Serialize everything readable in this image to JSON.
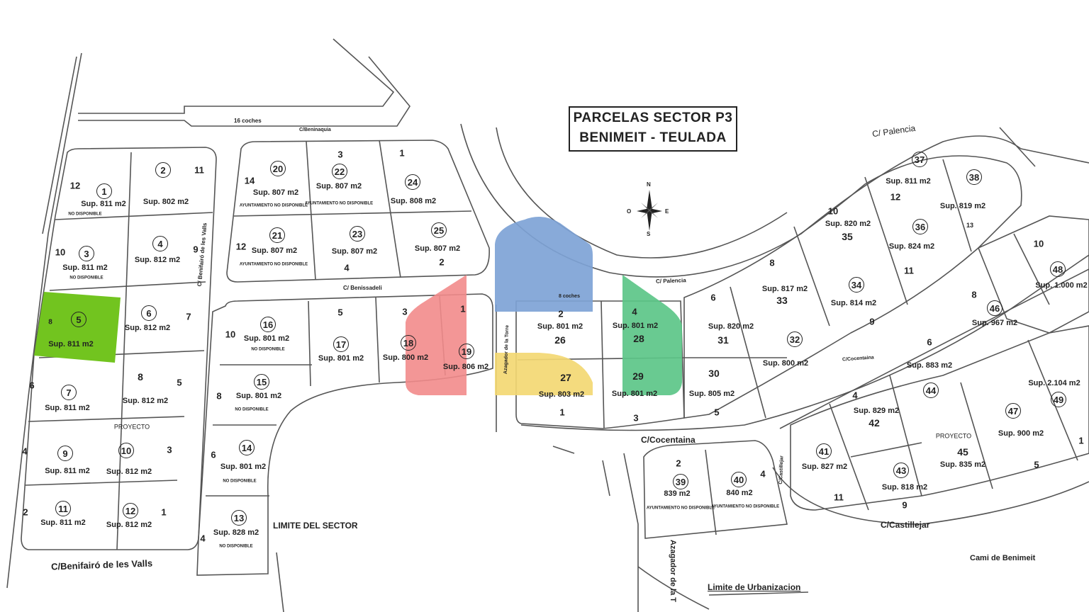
{
  "title": {
    "line1": "PARCELAS SECTOR P3",
    "line2": "BENIMEIT  -  TEULADA"
  },
  "compass": {
    "n": "N",
    "s": "S",
    "e": "E",
    "o": "O"
  },
  "roads": {
    "palencia_top": "C/ Palencia",
    "palencia_mid": "C/ Palencia",
    "beninaquia": "C/Beninaquia",
    "benissadeli": "C/ Benissadeli",
    "benissivalls": "C/ Benifairó de les Valls",
    "benifairo": "C/Benifairó de les Valls",
    "cocentaina_small": "C/Cocentaina",
    "cocentaina": "C/Cocentaina",
    "castillejar": "C/Castillejar",
    "castillejar_small": "C/Castillejar",
    "azagador_torre_small": "Azagador de la Torre",
    "azagador_torre": "Azagador de la T",
    "cami": "Cami de Benimeit",
    "limite_sector": "LIMITE DEL SECTOR",
    "limite_urb": "Limite de Urbanizacion",
    "coches16": "16 coches",
    "coches8": "8 coches"
  },
  "plots": [
    {
      "id": "1",
      "sup": "Sup. 811 m2",
      "note": "NO DISPONIBLE"
    },
    {
      "id": "2",
      "sup": "Sup. 802 m2",
      "note": ""
    },
    {
      "id": "3",
      "sup": "Sup. 811 m2",
      "note": "NO DISPONIBLE"
    },
    {
      "id": "4",
      "sup": "Sup. 812 m2",
      "note": ""
    },
    {
      "id": "5",
      "sup": "Sup. 811 m2",
      "note": ""
    },
    {
      "id": "6",
      "sup": "Sup. 812 m2",
      "note": ""
    },
    {
      "id": "7",
      "sup": "Sup. 811 m2",
      "note": ""
    },
    {
      "id": "8",
      "sup": "Sup. 812 m2",
      "note": "PROYECTO"
    },
    {
      "id": "9",
      "sup": "Sup. 811 m2",
      "note": ""
    },
    {
      "id": "10",
      "sup": "Sup. 812 m2",
      "note": ""
    },
    {
      "id": "11",
      "sup": "Sup. 811 m2",
      "note": ""
    },
    {
      "id": "12",
      "sup": "Sup. 812 m2",
      "note": ""
    },
    {
      "id": "13",
      "sup": "Sup. 828 m2",
      "note": "NO DISPONIBLE"
    },
    {
      "id": "14",
      "sup": "Sup. 801 m2",
      "note": "NO DISPONIBLE"
    },
    {
      "id": "15",
      "sup": "Sup. 801 m2",
      "note": "NO DISPONIBLE"
    },
    {
      "id": "16",
      "sup": "Sup. 801 m2",
      "note": "NO DISPONIBLE"
    },
    {
      "id": "17",
      "sup": "Sup. 801 m2",
      "note": ""
    },
    {
      "id": "18",
      "sup": "Sup. 800 m2",
      "note": ""
    },
    {
      "id": "19",
      "sup": "Sup. 806 m2",
      "note": ""
    },
    {
      "id": "20",
      "sup": "Sup. 807 m2",
      "note": "AYUNTAMIENTO NO DISPONIBLE"
    },
    {
      "id": "21",
      "sup": "Sup. 807 m2",
      "note": "AYUNTAMIENTO NO DISPONIBLE"
    },
    {
      "id": "22",
      "sup": "Sup. 807 m2",
      "note": "AYUNTAMIENTO NO DISPONIBLE"
    },
    {
      "id": "23",
      "sup": "Sup. 807 m2",
      "note": ""
    },
    {
      "id": "24",
      "sup": "Sup. 808 m2",
      "note": ""
    },
    {
      "id": "25",
      "sup": "Sup. 807 m2",
      "note": ""
    },
    {
      "id": "26",
      "sup": "Sup. 801 m2",
      "note": ""
    },
    {
      "id": "27",
      "sup": "Sup. 803 m2",
      "note": ""
    },
    {
      "id": "28",
      "sup": "Sup. 801 m2",
      "note": ""
    },
    {
      "id": "29",
      "sup": "Sup. 801 m2",
      "note": ""
    },
    {
      "id": "30",
      "sup": "Sup. 805 m2",
      "note": ""
    },
    {
      "id": "31",
      "sup": "Sup. 820 m2",
      "note": ""
    },
    {
      "id": "32",
      "sup": "Sup. 800 m2",
      "note": ""
    },
    {
      "id": "33",
      "sup": "Sup. 817 m2",
      "note": ""
    },
    {
      "id": "34",
      "sup": "Sup. 814 m2",
      "note": ""
    },
    {
      "id": "35",
      "sup": "Sup. 820 m2",
      "note": ""
    },
    {
      "id": "36",
      "sup": "Sup. 824 m2",
      "note": ""
    },
    {
      "id": "37",
      "sup": "Sup. 811 m2",
      "note": ""
    },
    {
      "id": "38",
      "sup": "Sup. 819 m2",
      "note": ""
    },
    {
      "id": "39",
      "sup": "839 m2",
      "note": "AYUNTAMIENTO NO DISPONIBLE"
    },
    {
      "id": "40",
      "sup": "840 m2",
      "note": "AYUNTAMIENTO NO DISPONIBLE"
    },
    {
      "id": "41",
      "sup": "Sup. 827 m2",
      "note": ""
    },
    {
      "id": "42",
      "sup": "Sup. 829 m2",
      "note": ""
    },
    {
      "id": "43",
      "sup": "Sup. 818 m2",
      "note": ""
    },
    {
      "id": "44",
      "sup": "Sup. 883 m2",
      "note": ""
    },
    {
      "id": "45",
      "sup": "Sup. 835 m2",
      "note": "PROYECTO"
    },
    {
      "id": "46",
      "sup": "Sup. 967 m2",
      "note": ""
    },
    {
      "id": "47",
      "sup": "Sup. 900 m2",
      "note": ""
    },
    {
      "id": "48",
      "sup": "Sup. 1.000 m2",
      "note": ""
    },
    {
      "id": "49",
      "sup": "Sup. 2.104 m2",
      "note": ""
    }
  ],
  "highlight": {
    "plot": "5",
    "color": "#72c41f"
  },
  "colors": {
    "line": "#444444",
    "logo_red": "#f28b8b",
    "logo_blue": "#7ea3d6",
    "logo_green": "#5cc688",
    "logo_yellow": "#f3d873"
  }
}
